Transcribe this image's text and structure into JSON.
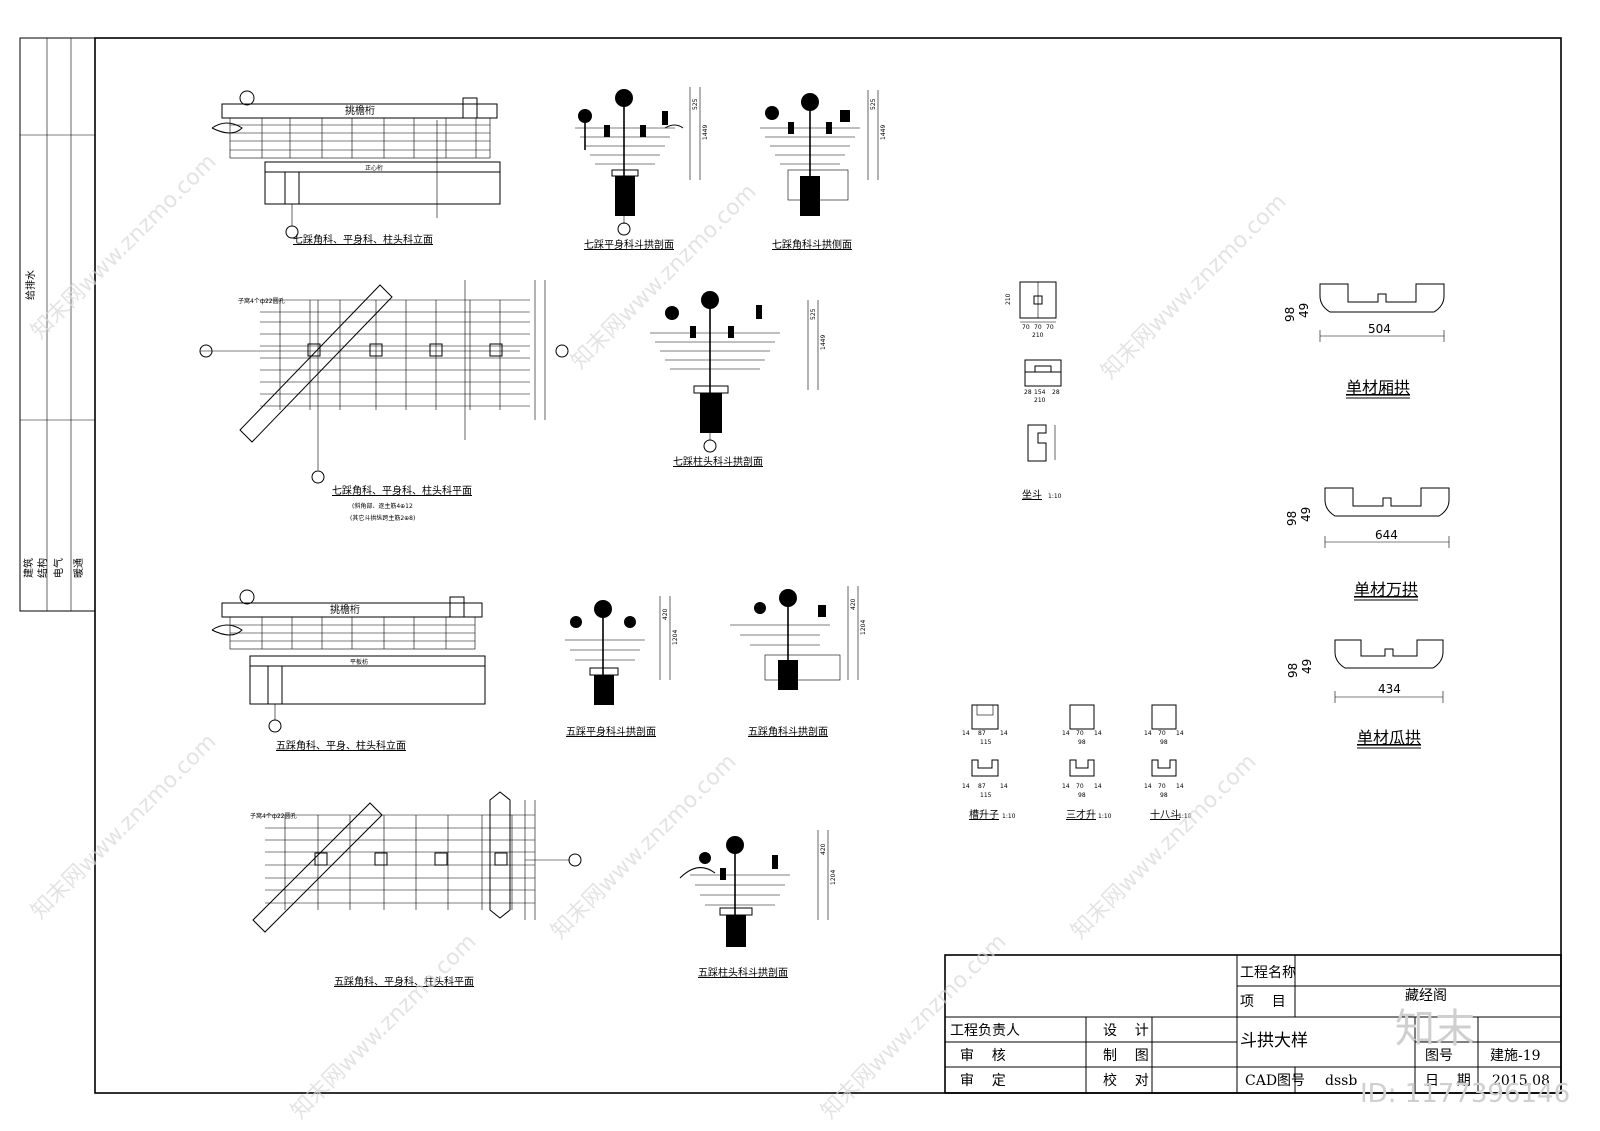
{
  "sidebar": {
    "disciplines_top": "给排水",
    "disciplines_bottom": [
      "建筑",
      "结构",
      "电气",
      "暖通"
    ]
  },
  "drawings": {
    "elev7": "七踩角科、平身科、柱头科立面",
    "sect7_flat": "七踩平身科斗拱剖面",
    "side7_corner": "七踩角科斗拱侧面",
    "plan7": "七踩角科、平身科、柱头科平面",
    "plan7_note1": "(斜角部、逐主筋4⊕12",
    "plan7_note2": "(其它斗拱纵跨主筋2⊕8)",
    "sect7_column": "七踩柱头科斗拱剖面",
    "elev5": "五踩角科、平身、柱头科立面",
    "sect5_flat": "五踩平身科斗拱剖面",
    "side5_corner": "五踩角科斗拱剖面",
    "plan5": "五踩角科、平身科、柱头科平面",
    "sect5_column": "五踩柱头科斗拱剖面",
    "beam_label_a": "挑檐桁",
    "beam_label_b": "挑檐桁",
    "beam_sub_a": "正心桁",
    "beam_sub_b": "平板枋",
    "rebar_note_a": "子窝4个ф22圆孔",
    "rebar_note_b": "子窝4个ф22圆孔",
    "dou_label": "坐斗",
    "scale": "1:10",
    "cao_sheng": "槽升子",
    "san_cai": "三才升",
    "shi_ba": "十八斗"
  },
  "gong": [
    {
      "title": "单材厢拱",
      "length": "504",
      "h1": "98",
      "h2": "49"
    },
    {
      "title": "单材万拱",
      "length": "644",
      "h1": "98",
      "h2": "49"
    },
    {
      "title": "单材瓜拱",
      "length": "434",
      "h1": "98",
      "h2": "49"
    }
  ],
  "dims": {
    "dou_top": [
      "70",
      "70",
      "70"
    ],
    "dou_total": "210",
    "dou_h": "210",
    "dou_mid": [
      "28",
      "154",
      "28"
    ],
    "dou_mid_total": "210",
    "sheng_a": [
      "14",
      "87",
      "14"
    ],
    "sheng_a_total": "115",
    "sheng_b": [
      "14",
      "70",
      "14"
    ],
    "sheng_b_total": "98",
    "sect_h1": "525",
    "sect_h2": "1449",
    "sect_h3": "420",
    "sect_h4": "1204"
  },
  "titleblock": {
    "project_name_label": "工程名称",
    "item_label": "项    目",
    "item_value": "藏经阁",
    "lead_label": "工程负责人",
    "review_label": "审    核",
    "approve_label": "审    定",
    "design_label": "设    计",
    "draw_label": "制    图",
    "check_label": "校    对",
    "drawing_title": "斗拱大样",
    "drawing_no_label": "图号",
    "drawing_no": "建施-19",
    "cad_label": "CAD图号",
    "cad_value": "dssb",
    "date_label": "日    期",
    "date_value": "2015.08"
  },
  "watermark": {
    "text": "知末网www.znzmo.com",
    "logo": "知末",
    "id": "ID: 1177396146"
  }
}
